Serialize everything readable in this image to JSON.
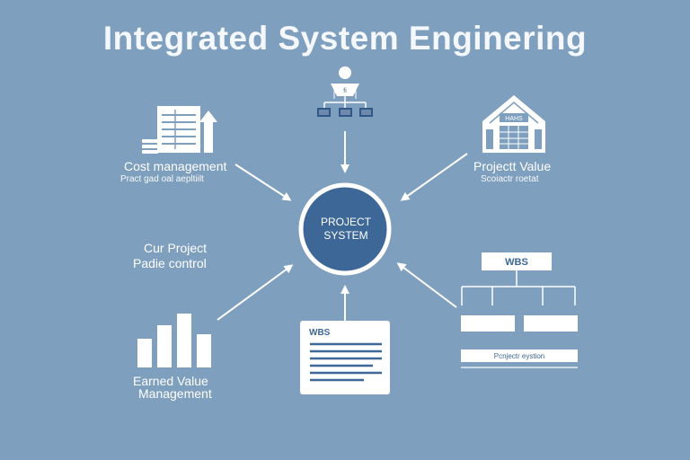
{
  "title": "Integrated System Enginering",
  "center": {
    "line1": "PROJECT",
    "line2": "SYSTEM"
  },
  "nodes": {
    "cost": {
      "label": "Cost management",
      "sublabel": "Pract gad oal aepltiilt"
    },
    "value": {
      "label": "Projectt Value",
      "sublabel": "Scoiactr roetat"
    },
    "control": {
      "label_line1": "Cur Project",
      "label_line2": "Padie control"
    },
    "evm": {
      "label_line1": "Earned Value",
      "label_line2": "Management"
    },
    "wbs_doc": {
      "header": "WBS"
    },
    "wbs_tree": {
      "header": "WBS",
      "footer": "Pcnjectr eystion"
    },
    "people": {
      "figure_text": "fi"
    },
    "building": {
      "sign_text": "HAHS"
    }
  },
  "colors": {
    "background": "#7e9fbd",
    "center_fill": "#3c6796",
    "accent": "#3c6796",
    "white": "#ffffff"
  }
}
